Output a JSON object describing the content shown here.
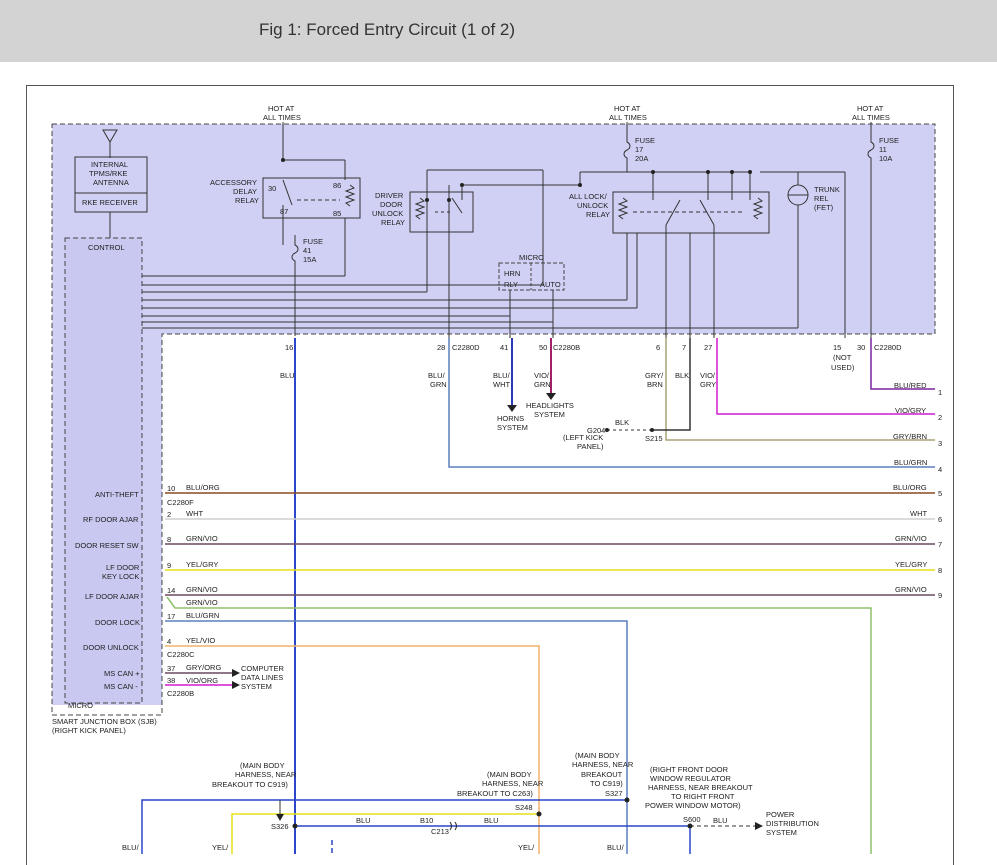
{
  "header": {
    "title": "Fig 1: Forced Entry Circuit (1 of 2)"
  },
  "colors": {
    "blu": "#2b46c8",
    "red": "#b01818",
    "vio": "#d01cd0",
    "gry_brn": "#a8a27a",
    "blu_grn": "#5b7fbf",
    "blu_org": "#8a4a20",
    "wht": "#cfcfcf",
    "grn_vio": "#6b4a60",
    "yel_gry": "#e6e01a",
    "grn": "#8dbf6a",
    "yel_vio": "#f2b06a",
    "box": "#d0d0f4"
  },
  "labels": {
    "hot1": "HOT AT",
    "hot2": "ALL TIMES",
    "fuse": "FUSE",
    "fuse17_a": "17",
    "fuse17_b": "20A",
    "fuse11_a": "11",
    "fuse11_b": "10A",
    "fuse41_a": "41",
    "fuse41_b": "15A",
    "antenna1": "INTERNAL",
    "antenna2": "TPMS/RKE",
    "antenna3": "ANTENNA",
    "rke": "RKE RECEIVER",
    "control": "CONTROL",
    "acc1": "ACCESSORY",
    "acc2": "DELAY",
    "acc3": "RELAY",
    "p30": "30",
    "p86": "86",
    "p87": "87",
    "p85": "85",
    "drv1": "DRIVER",
    "drv2": "DOOR",
    "drv3": "UNLOCK",
    "drv4": "RELAY",
    "all1": "ALL LOCK/",
    "all2": "UNLOCK",
    "all3": "RELAY",
    "trunk1": "TRUNK",
    "trunk2": "REL",
    "trunk3": "(FET)",
    "micro": "MICRO",
    "hrn": "HRN",
    "rly": "RLY",
    "auto": "AUTO",
    "pin16": "16",
    "pin28": "28",
    "c2280d": "C2280D",
    "pin41": "41",
    "pin50": "50",
    "c2280b": "C2280B",
    "pin6": "6",
    "pin7": "7",
    "pin27": "27",
    "pin15": "15",
    "pin30": "30",
    "notused1": "(NOT",
    "notused2": "USED)",
    "blu": "BLU",
    "blu_grn_a": "BLU/",
    "blu_grn_b": "GRN",
    "blu_wht_a": "BLU/",
    "blu_wht_b": "WHT",
    "vio_grn_a": "VIO/",
    "vio_grn_b": "GRN",
    "gry_brn_a": "GRY/",
    "gry_brn_b": "BRN",
    "blk": "BLK",
    "vio_gry_a": "VIO/",
    "vio_gry_b": "GRY",
    "horns1": "HORNS",
    "horns2": "SYSTEM",
    "head1": "HEADLIGHTS",
    "head2": "SYSTEM",
    "g204": "G204",
    "left1": "(LEFT KICK",
    "left2": "PANEL)",
    "s215": "S215",
    "blk2": "BLK",
    "antitheft": "ANTI-THEFT",
    "rfdoor": "RF DOOR AJAR",
    "doorreset": "DOOR RESET SW",
    "lfkey1": "LF DOOR",
    "lfkey2": "KEY LOCK",
    "lfajar": "LF DOOR AJAR",
    "doorlock": "DOOR LOCK",
    "doorunlock": "DOOR UNLOCK",
    "mscanp": "MS CAN +",
    "mscanm": "MS CAN -",
    "micro2": "MICRO",
    "sjb1": "SMART JUNCTION BOX (SJB)",
    "sjb2": "(RIGHT KICK PANEL)",
    "p10": "10",
    "p2": "2",
    "p8": "8",
    "p9": "9",
    "p14": "14",
    "p17": "17",
    "p4": "4",
    "p37": "37",
    "p38": "38",
    "c2280f": "C2280F",
    "c2280c": "C2280C",
    "w_bluorg": "BLU/ORG",
    "w_wht": "WHT",
    "w_grnvio": "GRN/VIO",
    "w_yelgry": "YEL/GRY",
    "w_blugrn": "BLU/GRN",
    "w_yelvio": "YEL/VIO",
    "w_gryorg": "GRY/ORG",
    "w_vioorg": "VIO/ORG",
    "w_blured": "BLU/RED",
    "w_viogry": "VIO/GRY",
    "w_grybrn": "GRY/BRN",
    "n1": "1",
    "n2": "2",
    "n3": "3",
    "n4": "4",
    "n5": "5",
    "n6": "6",
    "n7": "7",
    "n8": "8",
    "n9": "9",
    "comp1": "COMPUTER",
    "comp2": "DATA LINES",
    "comp3": "SYSTEM",
    "mb1_a": "(MAIN BODY",
    "mb1_b": "HARNESS, NEAR",
    "mb1_c": "BREAKOUT TO C919)",
    "mb2_a": "(MAIN BODY",
    "mb2_b": "HARNESS, NEAR",
    "mb2_c": "BREAKOUT TO C263)",
    "mb3_a": "(MAIN BODY",
    "mb3_b": "HARNESS, NEAR",
    "mb3_c": "BREAKOUT",
    "mb3_d": "TO C919)",
    "rf1": "(RIGHT FRONT DOOR",
    "rf2": "WINDOW REGULATOR",
    "rf3": "HARNESS, NEAR BREAKOUT",
    "rf4": "TO RIGHT FRONT",
    "rf5": "POWER WINDOW MOTOR)",
    "s326": "S326",
    "s248": "S248",
    "s327": "S327",
    "s600": "S600",
    "b10": "B10",
    "c213": "C213",
    "pwr1": "POWER",
    "pwr2": "DISTRIBUTION",
    "pwr3": "SYSTEM",
    "bot_blu": "BLU/",
    "bot_yel": "YEL/",
    "bot_yel2": "YEL/",
    "bot_blu2": "BLU/"
  }
}
